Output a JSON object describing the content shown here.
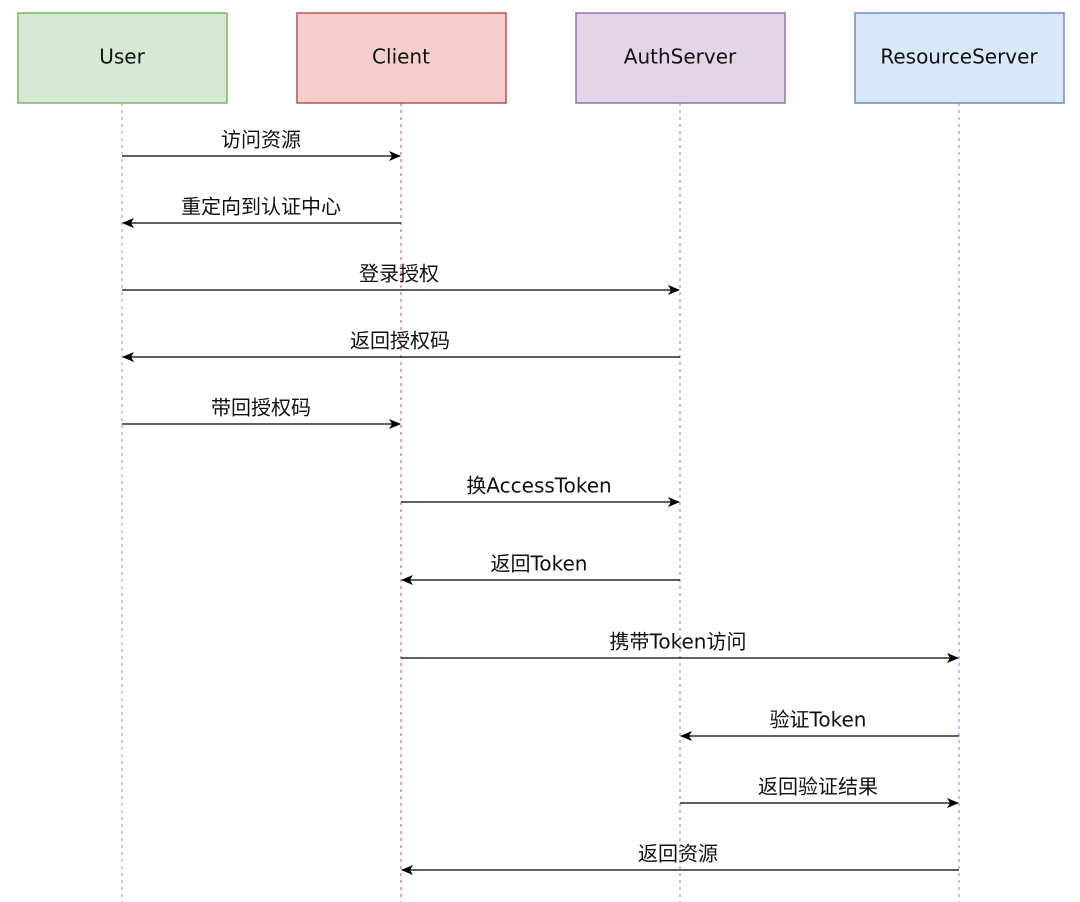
{
  "actors": [
    {
      "label": "User",
      "fill": "#d5e8d4",
      "stroke": "#82b366"
    },
    {
      "label": "Client",
      "fill": "#f8cecc",
      "stroke": "#b85450"
    },
    {
      "label": "AuthServer",
      "fill": "#e1d5e7",
      "stroke": "#9673a6"
    },
    {
      "label": "ResourceServer",
      "fill": "#dae8fc",
      "stroke": "#6c8ebf"
    }
  ],
  "messages": [
    {
      "label": "访问资源",
      "from": 0,
      "to": 1
    },
    {
      "label": "重定向到认证中心",
      "from": 1,
      "to": 0
    },
    {
      "label": "登录授权",
      "from": 0,
      "to": 2
    },
    {
      "label": "返回授权码",
      "from": 2,
      "to": 0
    },
    {
      "label": "带回授权码",
      "from": 0,
      "to": 1
    },
    {
      "label": "换AccessToken",
      "from": 1,
      "to": 2
    },
    {
      "label": "返回Token",
      "from": 2,
      "to": 1
    },
    {
      "label": "携带Token访问",
      "from": 1,
      "to": 3
    },
    {
      "label": "验证Token",
      "from": 3,
      "to": 2
    },
    {
      "label": "返回验证结果",
      "from": 2,
      "to": 3
    },
    {
      "label": "返回资源",
      "from": 3,
      "to": 1
    }
  ]
}
